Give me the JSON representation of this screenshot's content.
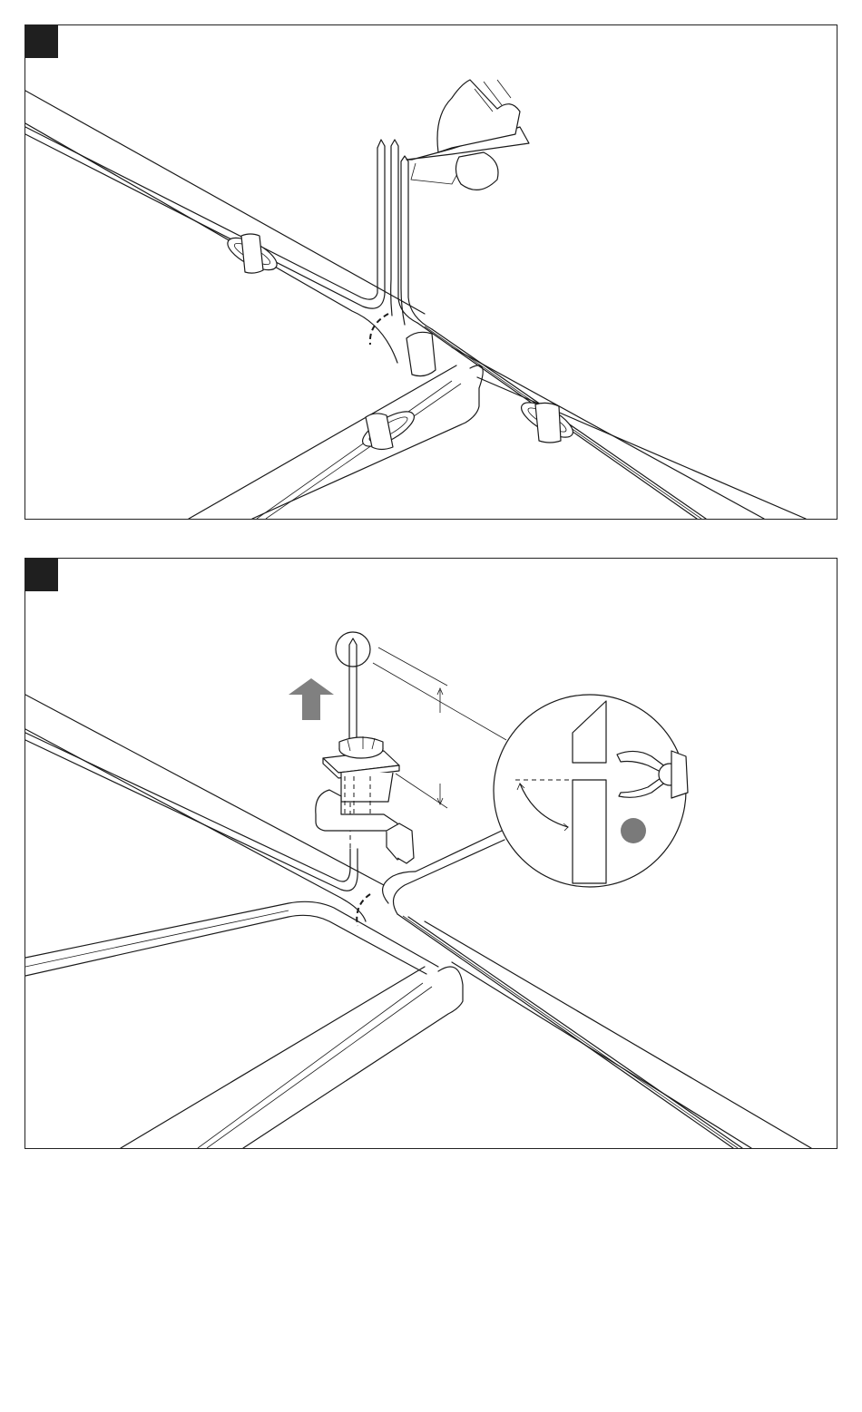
{
  "panels": [
    {
      "id": "step-1",
      "step_marker": "",
      "content": "cable-stripping-illustration"
    },
    {
      "id": "step-2",
      "step_marker": "",
      "content": "sensor-mounting-and-trim-illustration"
    }
  ],
  "colors": {
    "line": "#1a1a1a",
    "marker": "#1f1f1f",
    "arrow": "#808080",
    "indicator": "#7a7a7a",
    "background": "#ffffff"
  },
  "icons": [
    "knife-icon",
    "up-arrow-icon",
    "wire-cutter-icon",
    "status-dot-icon"
  ]
}
